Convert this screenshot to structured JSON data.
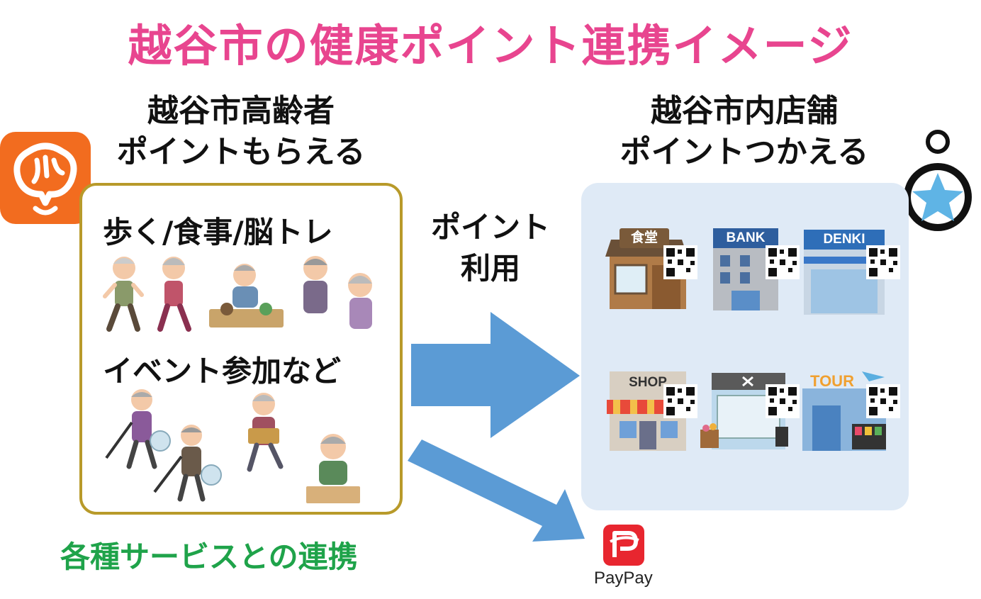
{
  "title": "越谷市の健康ポイント連携イメージ",
  "left": {
    "heading_line1": "越谷市高齢者",
    "heading_line2": "ポイントもらえる",
    "activity1": "歩く/食事/脳トレ",
    "activity2": "イベント参加など"
  },
  "middle": {
    "line1": "ポイント",
    "line2": "利用"
  },
  "right": {
    "heading_line1": "越谷市内店舗",
    "heading_line2": "ポイントつかえる",
    "shops": [
      {
        "sign": "食堂"
      },
      {
        "sign": "BANK"
      },
      {
        "sign": "DENKI"
      },
      {
        "sign": "SHOP"
      },
      {
        "sign": ""
      },
      {
        "sign": "TOUR"
      }
    ]
  },
  "footer": "各種サービスとの連携",
  "paypay": {
    "label": "PayPay"
  },
  "colors": {
    "title": "#e8458f",
    "footer": "#1fa34a",
    "arrow": "#5b9bd5",
    "left_border": "#b89a2a",
    "right_bg": "#dfeaf6",
    "app_icon": "#f26c1f",
    "paypay": "#e8262f"
  }
}
